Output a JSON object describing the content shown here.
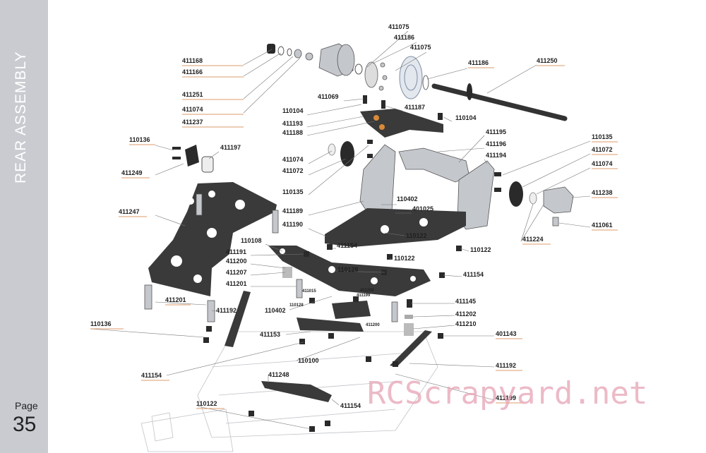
{
  "sidebar": {
    "section_title": "REAR ASSEMBLY",
    "page_label": "Page",
    "page_number": "35"
  },
  "watermark": "RCScrapyard.net",
  "labels": [
    {
      "id": "l01",
      "text": "411075"
    },
    {
      "id": "l02",
      "text": "411186"
    },
    {
      "id": "l03",
      "text": "411075"
    },
    {
      "id": "l04",
      "text": "411168"
    },
    {
      "id": "l05",
      "text": "411166"
    },
    {
      "id": "l06",
      "text": "411186"
    },
    {
      "id": "l07",
      "text": "411250"
    },
    {
      "id": "l08",
      "text": "411251"
    },
    {
      "id": "l09",
      "text": "411069"
    },
    {
      "id": "l10",
      "text": "411074"
    },
    {
      "id": "l11",
      "text": "110104"
    },
    {
      "id": "l12",
      "text": "411187"
    },
    {
      "id": "l13",
      "text": "110104"
    },
    {
      "id": "l14",
      "text": "411237"
    },
    {
      "id": "l15",
      "text": "411193"
    },
    {
      "id": "l16",
      "text": "411188"
    },
    {
      "id": "l17",
      "text": "411195"
    },
    {
      "id": "l18",
      "text": "110136"
    },
    {
      "id": "l19",
      "text": "411197"
    },
    {
      "id": "l20",
      "text": "110135"
    },
    {
      "id": "l21",
      "text": "411196"
    },
    {
      "id": "l22",
      "text": "411072"
    },
    {
      "id": "l23",
      "text": "411074"
    },
    {
      "id": "l24",
      "text": "411194"
    },
    {
      "id": "l25",
      "text": "411072"
    },
    {
      "id": "l26",
      "text": "411074"
    },
    {
      "id": "l27",
      "text": "411249"
    },
    {
      "id": "l28",
      "text": "411238"
    },
    {
      "id": "l29",
      "text": "110135"
    },
    {
      "id": "l30",
      "text": "110402"
    },
    {
      "id": "l31",
      "text": "401025"
    },
    {
      "id": "l32",
      "text": "411247"
    },
    {
      "id": "l33",
      "text": "411189"
    },
    {
      "id": "l34",
      "text": "411061"
    },
    {
      "id": "l35",
      "text": "411190"
    },
    {
      "id": "l36",
      "text": "110122"
    },
    {
      "id": "l37",
      "text": "411224"
    },
    {
      "id": "l38",
      "text": "110108"
    },
    {
      "id": "l39",
      "text": "411154"
    },
    {
      "id": "l40",
      "text": "110122"
    },
    {
      "id": "l41",
      "text": "411191"
    },
    {
      "id": "l42",
      "text": "110122"
    },
    {
      "id": "l43",
      "text": "411200"
    },
    {
      "id": "l44",
      "text": "110128"
    },
    {
      "id": "l45",
      "text": "411207"
    },
    {
      "id": "l46",
      "text": "411154"
    },
    {
      "id": "l47",
      "text": "411201"
    },
    {
      "id": "l48",
      "text": "411145"
    },
    {
      "id": "l49",
      "text": "411201"
    },
    {
      "id": "l50",
      "text": "411192"
    },
    {
      "id": "l51",
      "text": "110402"
    },
    {
      "id": "l52",
      "text": "411202"
    },
    {
      "id": "l53",
      "text": "110136"
    },
    {
      "id": "l54",
      "text": "411210"
    },
    {
      "id": "l55",
      "text": "411153"
    },
    {
      "id": "l56",
      "text": "401143"
    },
    {
      "id": "l57",
      "text": "110100"
    },
    {
      "id": "l58",
      "text": "411192"
    },
    {
      "id": "l59",
      "text": "411154"
    },
    {
      "id": "l60",
      "text": "411248"
    },
    {
      "id": "l61",
      "text": "110122"
    },
    {
      "id": "l62",
      "text": "411154"
    },
    {
      "id": "l63",
      "text": "411199"
    }
  ],
  "small_labels": [
    {
      "id": "s01",
      "text": "411015"
    },
    {
      "id": "s02",
      "text": "110128"
    },
    {
      "id": "s03",
      "text": "411200"
    },
    {
      "id": "s04",
      "text": "411199"
    },
    {
      "id": "s05",
      "text": "411200"
    }
  ]
}
